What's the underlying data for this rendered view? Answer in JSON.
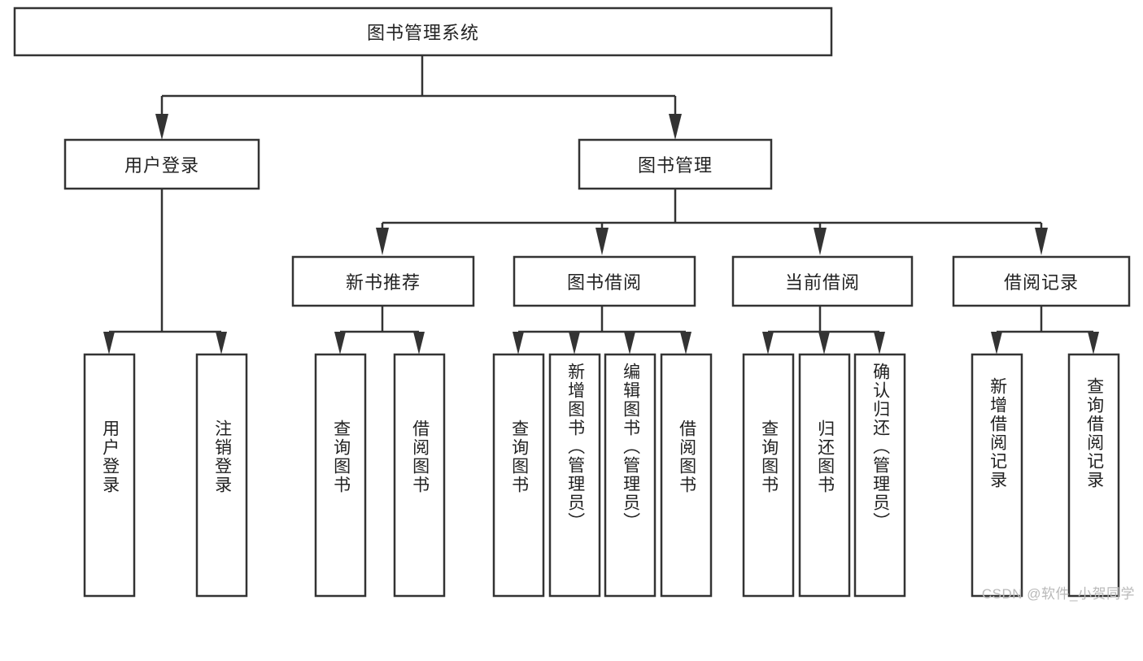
{
  "diagram": {
    "title": "图书管理系统",
    "type": "tree-hierarchy-chart",
    "root": {
      "id": "root",
      "label": "图书管理系统"
    },
    "level2": [
      {
        "id": "user-login",
        "label": "用户登录"
      },
      {
        "id": "book-management",
        "label": "图书管理"
      }
    ],
    "level3": [
      {
        "id": "new-book-recommend",
        "label": "新书推荐",
        "parent": "book-management"
      },
      {
        "id": "book-borrow",
        "label": "图书借阅",
        "parent": "book-management"
      },
      {
        "id": "current-borrow",
        "label": "当前借阅",
        "parent": "book-management"
      },
      {
        "id": "borrow-record",
        "label": "借阅记录",
        "parent": "book-management"
      }
    ],
    "leaves": {
      "user-login": [
        {
          "id": "leaf-user-login",
          "label": "用户登录"
        },
        {
          "id": "leaf-logout-login",
          "label": "注销登录"
        }
      ],
      "new-book-recommend": [
        {
          "id": "leaf-query-book-1",
          "label": "查询图书"
        },
        {
          "id": "leaf-borrow-book-1",
          "label": "借阅图书"
        }
      ],
      "book-borrow": [
        {
          "id": "leaf-query-book-2",
          "label": "查询图书"
        },
        {
          "id": "leaf-add-book",
          "label": "新增图书（管理员）"
        },
        {
          "id": "leaf-edit-book",
          "label": "编辑图书（管理员）"
        },
        {
          "id": "leaf-borrow-book-2",
          "label": "借阅图书"
        }
      ],
      "current-borrow": [
        {
          "id": "leaf-query-book-3",
          "label": "查询图书"
        },
        {
          "id": "leaf-return-book",
          "label": "归还图书"
        },
        {
          "id": "leaf-confirm-return",
          "label": "确认归还（管理员）"
        }
      ],
      "borrow-record": [
        {
          "id": "leaf-add-record",
          "label": "新增借阅记录"
        },
        {
          "id": "leaf-query-record",
          "label": "查询借阅记录"
        }
      ]
    },
    "colors": {
      "box_stroke": "#333333",
      "box_fill": "#ffffff",
      "connector": "#333333",
      "text": "#222222",
      "watermark": "#b9b9b9",
      "background": "#ffffff"
    }
  },
  "watermark": {
    "text": "CSDN @软件_小贺同学"
  }
}
